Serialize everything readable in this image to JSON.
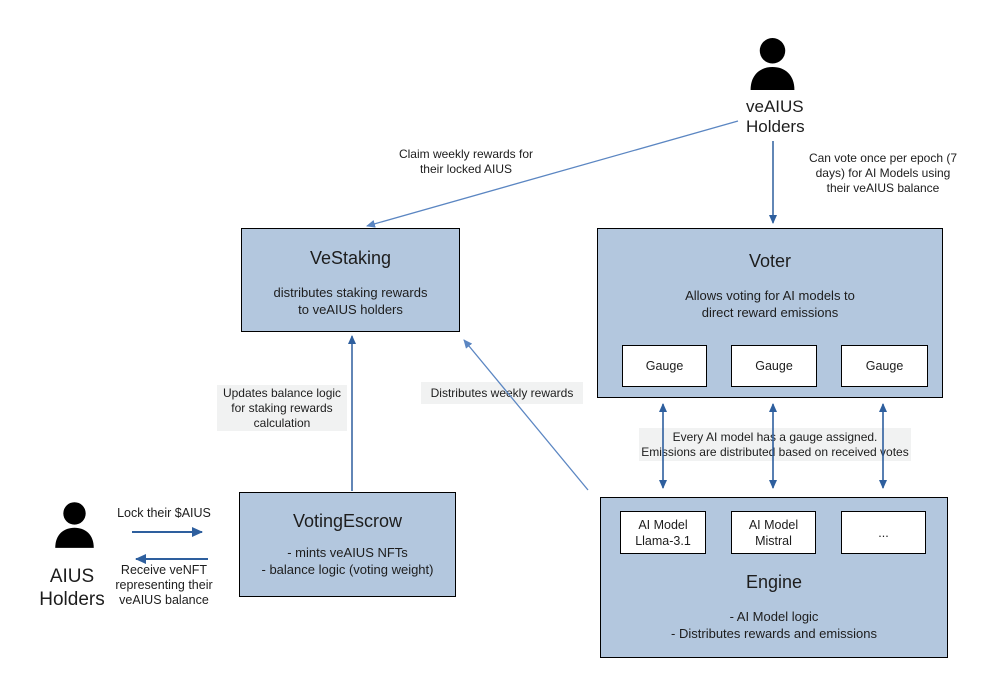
{
  "diagram": {
    "actors": {
      "veaius_holders": "veAIUS\nHolders",
      "aius_holders": "AIUS\nHolders"
    },
    "boxes": {
      "vestaking": {
        "title": "VeStaking",
        "body": "distributes staking rewards\nto veAIUS holders"
      },
      "voter": {
        "title": "Voter",
        "body": "Allows voting for AI models to\ndirect reward emissions",
        "gauges": [
          "Gauge",
          "Gauge",
          "Gauge"
        ]
      },
      "votingescrow": {
        "title": "VotingEscrow",
        "body": "- mints veAIUS NFTs\n- balance logic (voting weight)"
      },
      "engine": {
        "title": "Engine",
        "body": "- AI Model logic\n- Distributes rewards and emissions",
        "models": [
          "AI Model\nLlama-3.1",
          "AI Model\nMistral",
          "..."
        ]
      }
    },
    "edge_labels": {
      "claim": "Claim weekly rewards for\ntheir locked AIUS",
      "vote": "Can vote once per epoch (7\ndays) for AI Models using\ntheir veAIUS balance",
      "updates": "Updates balance logic\nfor staking rewards\ncalculation",
      "distributes": "Distributes weekly rewards",
      "gauge_assignment": "Every AI model has a gauge assigned.\nEmissions are distributed based on received votes",
      "lock": "Lock their $AIUS",
      "receive": "Receive veNFT\nrepresenting their\nveAIUS balance"
    },
    "icons": {
      "veaius_holders": "person-icon",
      "aius_holders": "person-icon"
    },
    "colors": {
      "background": "#ffffff",
      "box_fill": "#b3c7de",
      "box_border": "#000000",
      "arrow_primary": "#2e5f9e",
      "arrow_secondary": "#5b86c2",
      "label_bg": "#f1f2f2"
    }
  }
}
